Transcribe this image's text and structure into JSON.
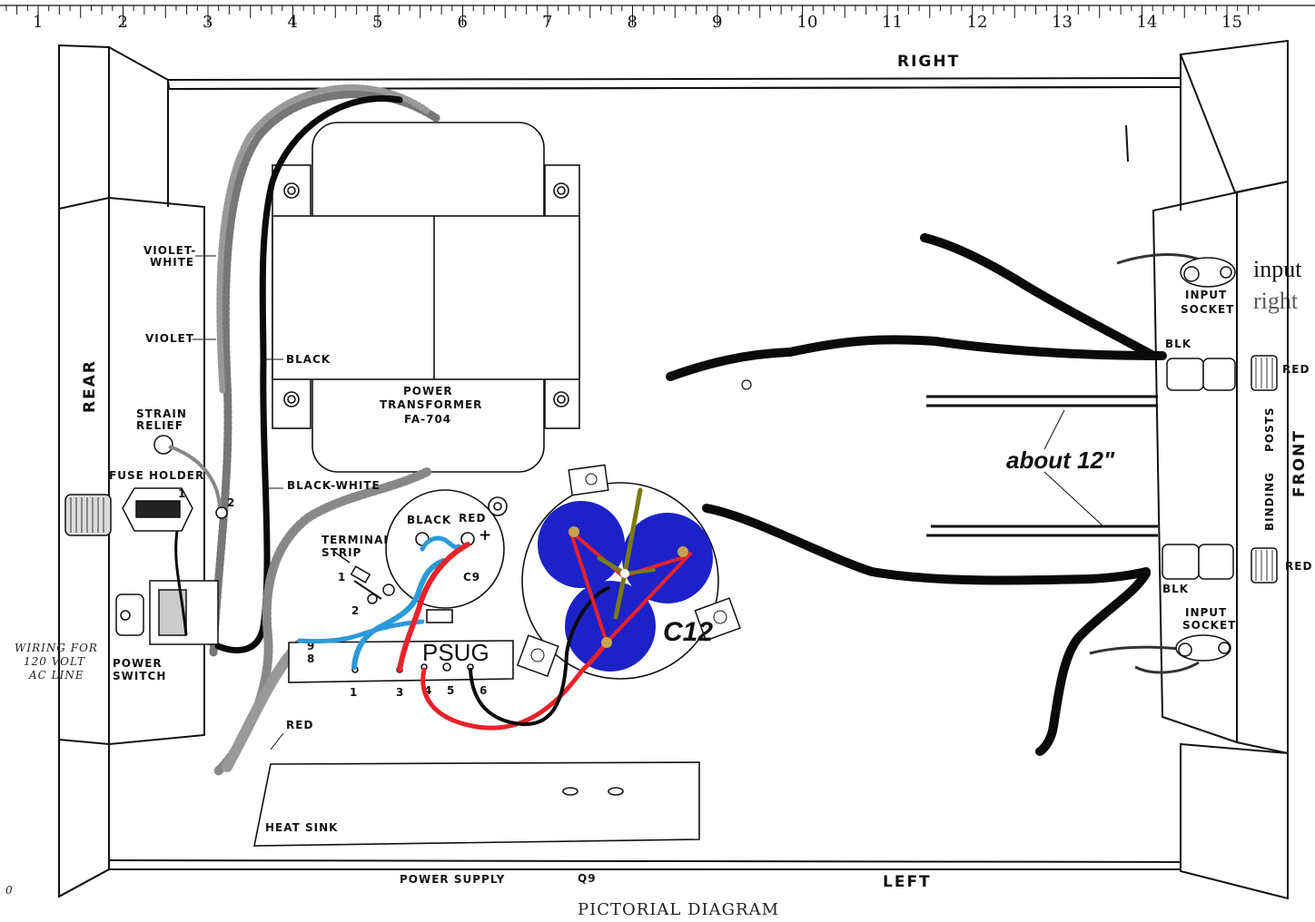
{
  "ruler": {
    "numbers": [
      "1",
      "2",
      "3",
      "4",
      "5",
      "6",
      "7",
      "8",
      "9",
      "10",
      "11",
      "12",
      "13",
      "14",
      "15"
    ]
  },
  "labels": {
    "right": "RIGHT",
    "left": "LEFT",
    "rear": "REAR",
    "front": "FRONT",
    "binding": "BINDING",
    "posts": "POSTS",
    "violet_white_1": "VIOLET-",
    "violet_white_2": "WHITE",
    "violet": "VIOLET",
    "black": "BLACK",
    "strain_relief_1": "STRAIN",
    "strain_relief_2": "RELIEF",
    "fuse_holder": "FUSE HOLDER",
    "fuse_pin_1": "1",
    "fuse_pin_2": "2",
    "black_white": "BLACK-WHITE",
    "power_transformer_1": "POWER",
    "power_transformer_2": "TRANSFORMER",
    "power_transformer_3": "FA-704",
    "terminal_strip_1": "TERMINAL",
    "terminal_strip_2": "STRIP",
    "ts_lug_1": "1",
    "ts_lug_2": "2",
    "c9_black": "BLACK",
    "c9_red": "RED",
    "c9_plus": "+",
    "c9": "C9",
    "power_switch_1": "POWER",
    "power_switch_2": "SWITCH",
    "wiring_note_1": "WIRING FOR",
    "wiring_note_2": "120 VOLT",
    "wiring_note_3": "AC LINE",
    "red_wire": "RED",
    "pcb_num_1": "1",
    "pcb_num_3": "3",
    "pcb_num_4": "4",
    "pcb_num_5": "5",
    "pcb_num_6": "6",
    "pcb_pin_9": "9",
    "pcb_pin_8": "8",
    "psug": "PSUG",
    "c12": "C12",
    "heat_sink": "HEAT SINK",
    "power_supply": "POWER SUPPLY",
    "q9": "Q9",
    "pictorial_diagram": "PICTORIAL DIAGRAM",
    "corner_zero": "0",
    "input_socket_top_1": "INPUT",
    "input_socket_top_2": "SOCKET",
    "input_socket_bottom_1": "INPUT",
    "input_socket_bottom_2": "SOCKET",
    "blk_top": "BLK",
    "blk_bottom": "BLK",
    "red_top": "RED",
    "red_bottom": "RED",
    "hand_input": "input",
    "hand_right": "right",
    "note_about": "about 12\""
  },
  "colors": {
    "wire_red": "#e8222b",
    "wire_blue": "#2a9ad8",
    "wire_black": "#0a0a0a",
    "wire_olive": "#7a7a10",
    "cap_blue": "#1c22c8",
    "pad_tan": "#c9a24a"
  }
}
